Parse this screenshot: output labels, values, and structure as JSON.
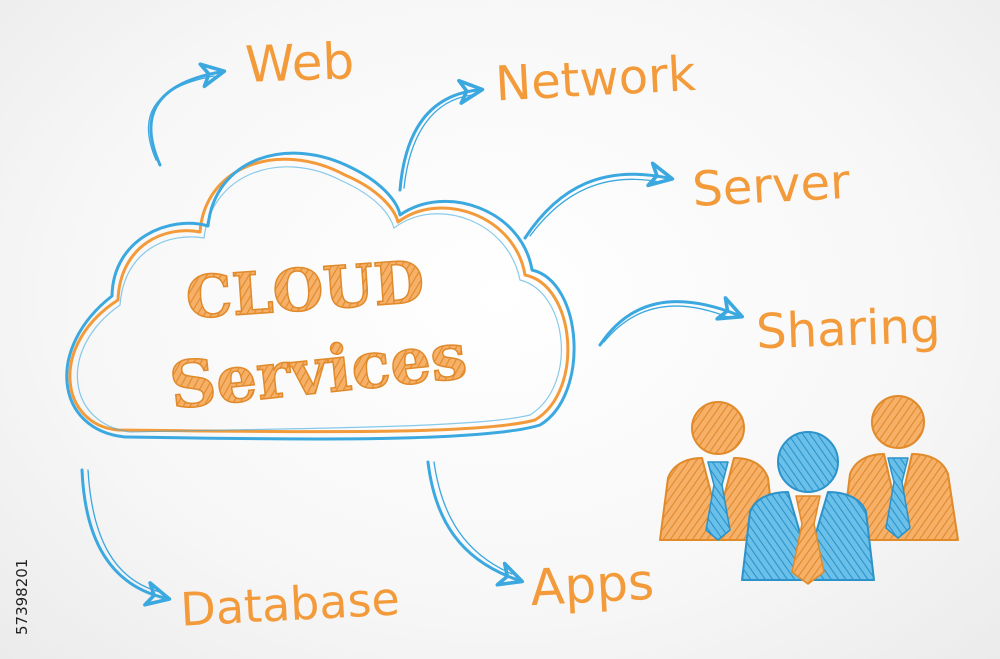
{
  "diagram": {
    "title_line1": "CLOUD",
    "title_line2": "Services",
    "nodes": [
      "Web",
      "Network",
      "Server",
      "Sharing",
      "Database",
      "Apps"
    ],
    "colors": {
      "orange": "#F39B3B",
      "blue": "#3BA8E0",
      "orange_dark": "#E08A2A",
      "blue_dark": "#2B93C9"
    }
  },
  "stock_id": "57398201"
}
